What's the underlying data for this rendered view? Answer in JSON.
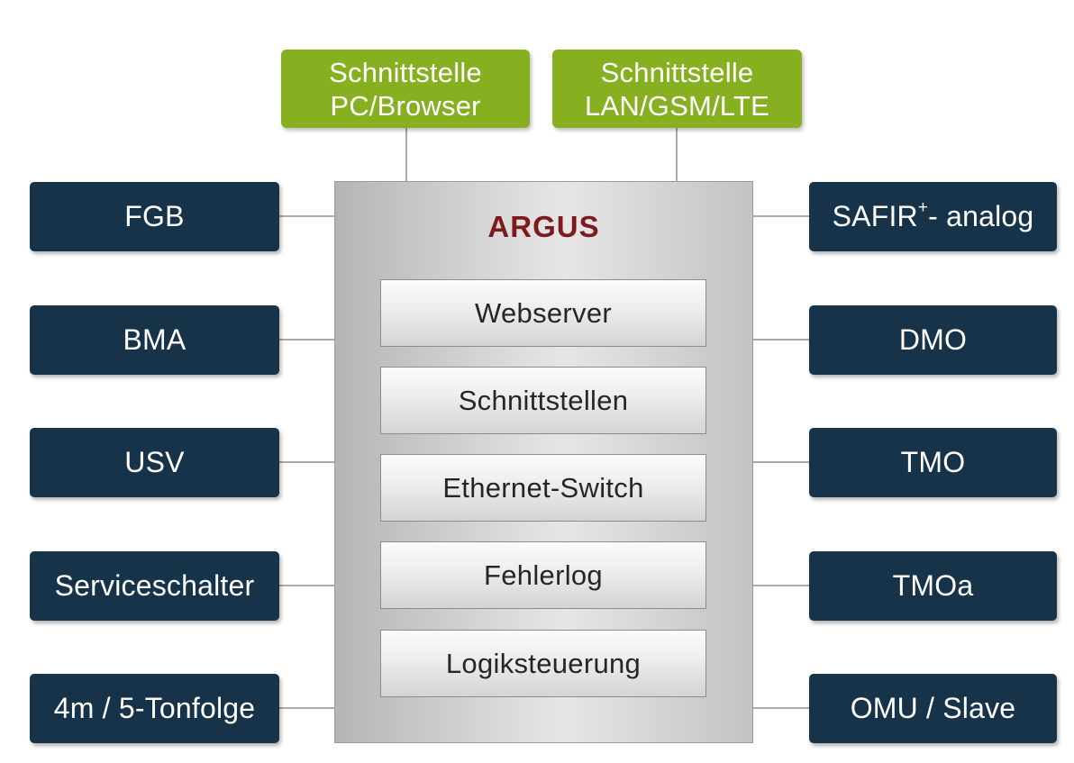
{
  "top_interfaces": [
    {
      "line1": "Schnittstelle",
      "line2": "PC/Browser"
    },
    {
      "line1": "Schnittstelle",
      "line2": "LAN/GSM/LTE"
    }
  ],
  "center": {
    "title": "ARGUS",
    "modules": [
      "Webserver",
      "Schnittstellen",
      "Ethernet-Switch",
      "Fehlerlog",
      "Logiksteuerung"
    ]
  },
  "left_devices": [
    "FGB",
    "BMA",
    "USV",
    "Serviceschalter",
    "4m / 5-Tonfolge"
  ],
  "right_devices": [
    {
      "text": "SAFIR",
      "sup": "+",
      "suffix": "- analog"
    },
    {
      "text": "DMO"
    },
    {
      "text": "TMO"
    },
    {
      "text": "TMOa"
    },
    {
      "text": "OMU / Slave"
    }
  ],
  "colors": {
    "interface_green": "#86b020",
    "device_navy": "#16334a",
    "title_red": "#7d1a1d"
  }
}
